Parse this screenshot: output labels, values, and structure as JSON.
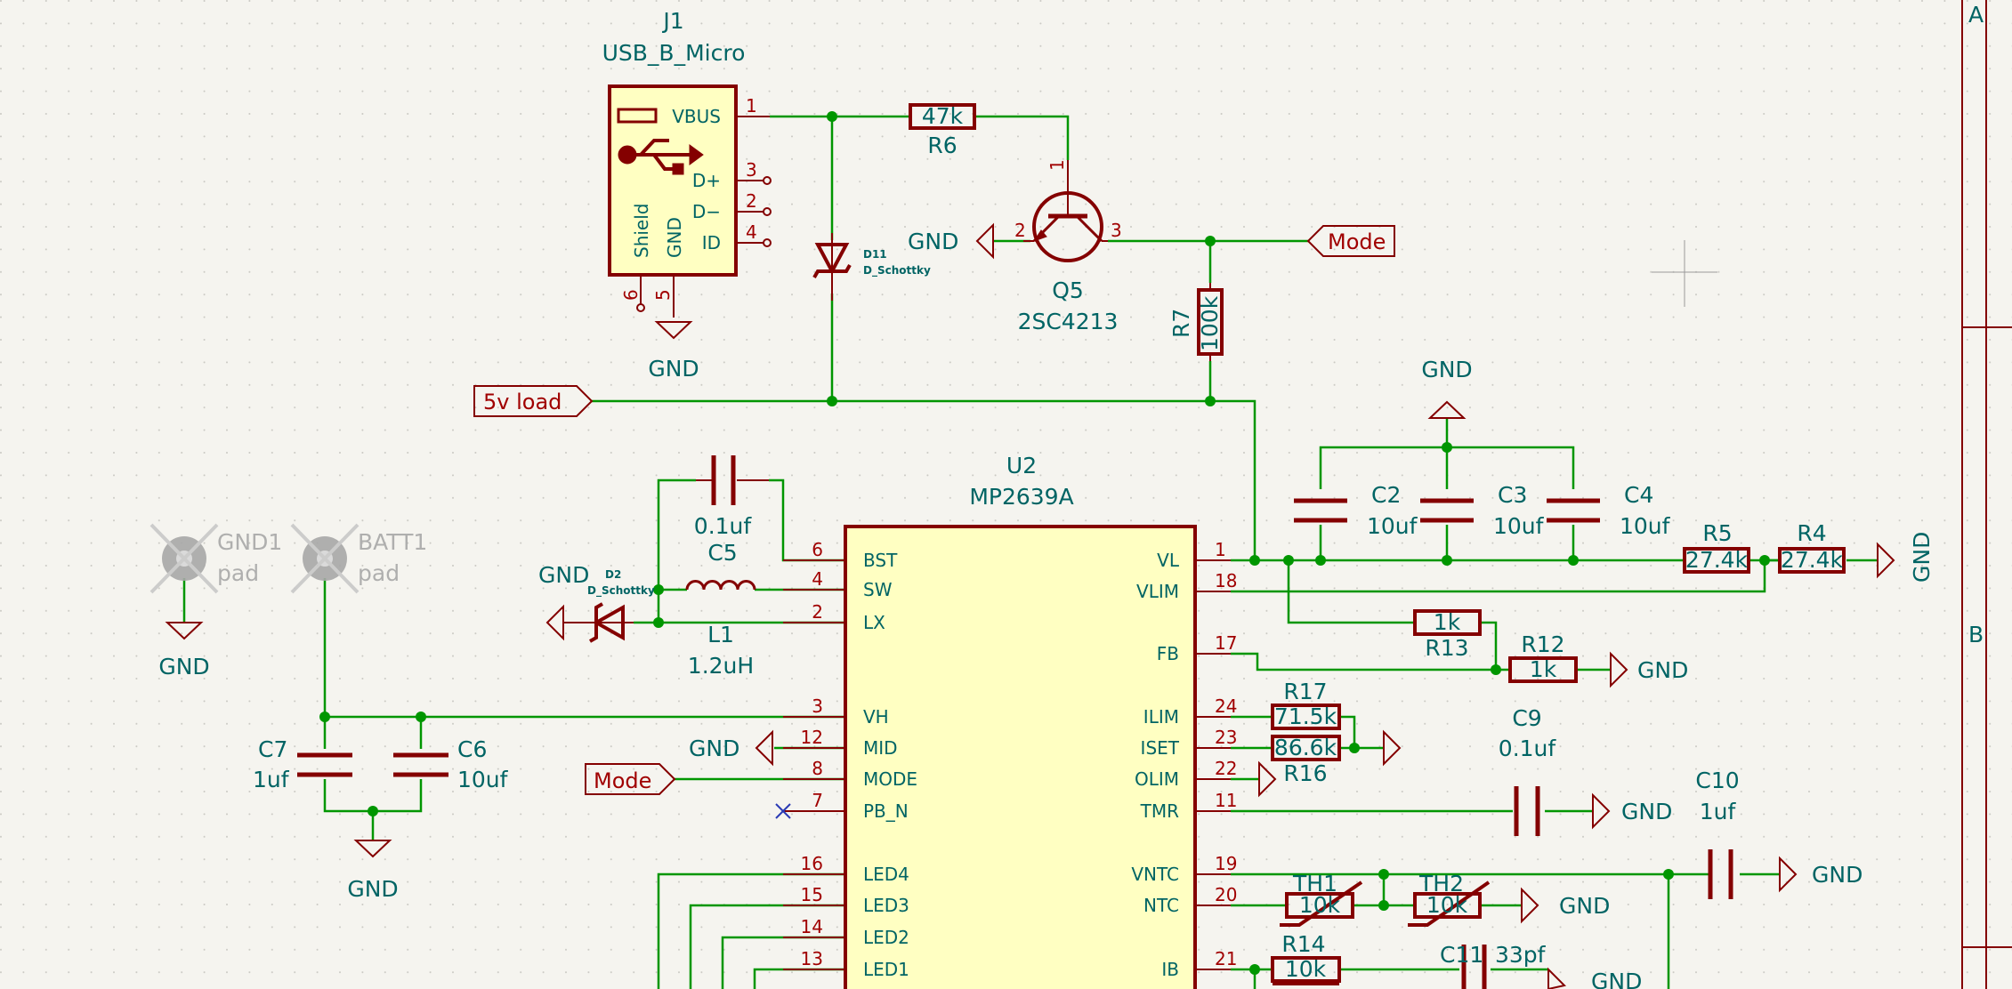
{
  "j1": {
    "ref": "J1",
    "value": "USB_B_Micro",
    "pins": {
      "vbus": "VBUS",
      "dp": "D+",
      "dm": "D−",
      "id": "ID",
      "shield": "Shield",
      "gnd": "GND"
    },
    "nums": [
      "1",
      "3",
      "2",
      "4",
      "6",
      "5"
    ]
  },
  "r6": {
    "value": "47k",
    "ref": "R6"
  },
  "d11": {
    "ref": "D11",
    "value": "D_Schottky"
  },
  "q5": {
    "ref": "Q5",
    "value": "2SC4213",
    "pins": [
      "1",
      "2",
      "3"
    ]
  },
  "r7": {
    "ref": "R7",
    "value": "100k"
  },
  "u2": {
    "ref": "U2",
    "value": "MP2639A",
    "left_pins": [
      {
        "name": "BST",
        "num": "6"
      },
      {
        "name": "SW",
        "num": "4"
      },
      {
        "name": "LX",
        "num": "2"
      },
      {
        "name": "VH",
        "num": "3"
      },
      {
        "name": "MID",
        "num": "12"
      },
      {
        "name": "MODE",
        "num": "8"
      },
      {
        "name": "PB_N",
        "num": "7"
      },
      {
        "name": "LED4",
        "num": "16"
      },
      {
        "name": "LED3",
        "num": "15"
      },
      {
        "name": "LED2",
        "num": "14"
      },
      {
        "name": "LED1",
        "num": "13"
      }
    ],
    "right_pins": [
      {
        "name": "VL",
        "num": "1"
      },
      {
        "name": "VLIM",
        "num": "18"
      },
      {
        "name": "FB",
        "num": "17"
      },
      {
        "name": "ILIM",
        "num": "24"
      },
      {
        "name": "ISET",
        "num": "23"
      },
      {
        "name": "OLIM",
        "num": "22"
      },
      {
        "name": "TMR",
        "num": "11"
      },
      {
        "name": "VNTC",
        "num": "19"
      },
      {
        "name": "NTC",
        "num": "20"
      },
      {
        "name": "IB",
        "num": "21"
      }
    ]
  },
  "c5": {
    "value": "0.1uf",
    "ref": "C5"
  },
  "l1": {
    "ref": "L1",
    "value": "1.2uH"
  },
  "d2": {
    "ref": "D2",
    "value": "D_Schottky"
  },
  "c2": {
    "ref": "C2",
    "value": "10uf"
  },
  "c3": {
    "ref": "C3",
    "value": "10uf"
  },
  "c4": {
    "ref": "C4",
    "value": "10uf"
  },
  "r5": {
    "ref": "R5",
    "value": "27.4k"
  },
  "r4": {
    "ref": "R4",
    "value": "27.4k"
  },
  "r13": {
    "ref": "R13",
    "value": "1k"
  },
  "r12": {
    "ref": "R12",
    "value": "1k"
  },
  "r17": {
    "ref": "R17",
    "value": "71.5k"
  },
  "r16": {
    "ref": "R16",
    "value": "86.6k"
  },
  "c9": {
    "ref": "C9",
    "value": "0.1uf"
  },
  "c10": {
    "ref": "C10",
    "value": "1uf"
  },
  "th1": {
    "ref": "TH1",
    "value": "10k"
  },
  "th2": {
    "ref": "TH2",
    "value": "10k"
  },
  "r14": {
    "ref": "R14",
    "value": "10k"
  },
  "c11": {
    "ref": "C11",
    "value": "33pf"
  },
  "c7": {
    "ref": "C7",
    "value": "1uf"
  },
  "c6": {
    "ref": "C6",
    "value": "10uf"
  },
  "gnd1": {
    "ref": "GND1",
    "value": "pad"
  },
  "batt1": {
    "ref": "BATT1",
    "value": "pad"
  },
  "labels": {
    "gnd": "GND",
    "mode": "Mode",
    "load": "5v load"
  },
  "border": {
    "row_a": "A",
    "row_b": "B"
  },
  "colors": {
    "wire": "#009600",
    "part": "#840000",
    "text": "#006464",
    "body": "#ffffc2",
    "background": "#f5f4ef"
  }
}
